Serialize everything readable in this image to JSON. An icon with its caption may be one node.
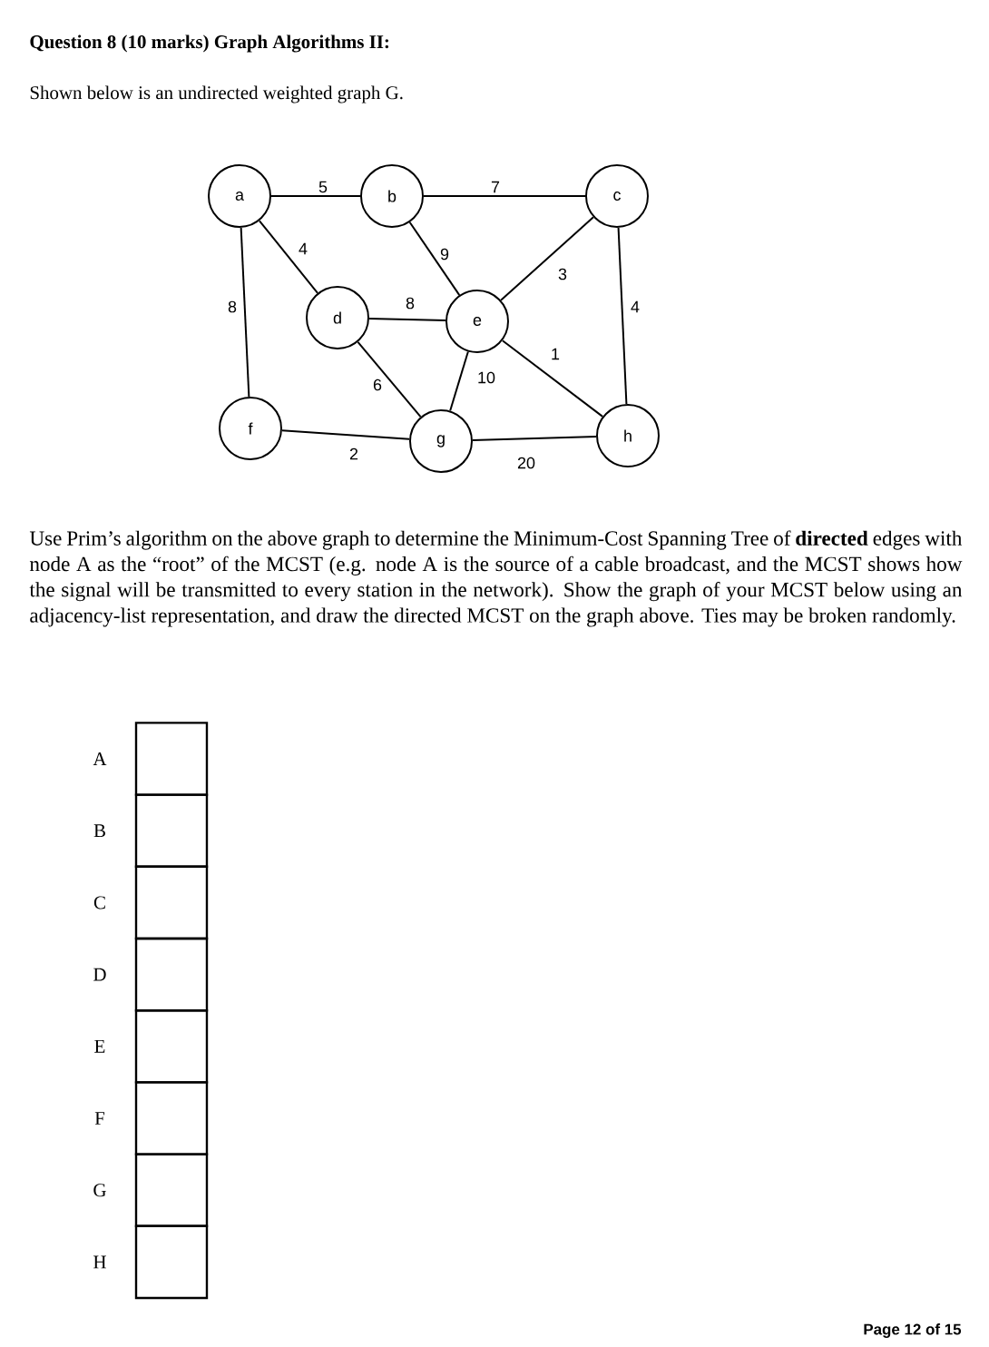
{
  "diagram": {
    "title": "Question 8 (10 marks) Graph Algorithms II:",
    "nodes": [
      {
        "text": [
          "a"
        ]
      },
      {
        "text": [
          "b"
        ]
      },
      {
        "text": [
          "c"
        ]
      },
      {
        "text": [
          "d"
        ]
      },
      {
        "text": [
          "e"
        ]
      },
      {
        "text": [
          "f"
        ]
      },
      {
        "text": [
          "g"
        ]
      },
      {
        "text": [
          "h"
        ]
      },
      {
        "text": [],
        "shape": "box",
        "beside": [
          "A"
        ]
      },
      {
        "text": [],
        "shape": "box",
        "beside": [
          "B"
        ]
      },
      {
        "text": [],
        "shape": "box",
        "beside": [
          "C"
        ]
      },
      {
        "text": [],
        "shape": "box",
        "beside": [
          "D"
        ]
      },
      {
        "text": [],
        "shape": "box",
        "beside": [
          "E"
        ]
      },
      {
        "text": [],
        "shape": "box",
        "beside": [
          "F"
        ]
      },
      {
        "text": [],
        "shape": "box",
        "beside": [
          "G"
        ]
      },
      {
        "text": [],
        "shape": "box",
        "beside": [
          "H"
        ]
      }
    ],
    "edges": [
      {
        "from": 0,
        "to": 1,
        "arrow": "none",
        "label": "5"
      },
      {
        "from": 1,
        "to": 2,
        "arrow": "none",
        "label": "7"
      },
      {
        "from": 0,
        "to": 3,
        "arrow": "none",
        "label": "4"
      },
      {
        "from": 1,
        "to": 4,
        "arrow": "none",
        "label": "9"
      },
      {
        "from": 2,
        "to": 4,
        "arrow": "none",
        "label": "3"
      },
      {
        "from": 2,
        "to": 7,
        "arrow": "none",
        "label": "4"
      },
      {
        "from": 0,
        "to": 5,
        "arrow": "none",
        "label": "8"
      },
      {
        "from": 3,
        "to": 4,
        "arrow": "none",
        "label": "8"
      },
      {
        "from": 4,
        "to": 7,
        "arrow": "none",
        "label": "1"
      },
      {
        "from": 3,
        "to": 6,
        "arrow": "none",
        "label": "6"
      },
      {
        "from": 4,
        "to": 6,
        "arrow": "none",
        "label": "10"
      },
      {
        "from": 5,
        "to": 6,
        "arrow": "none",
        "label": "2"
      },
      {
        "from": 6,
        "to": 7,
        "arrow": "none",
        "label": "20"
      }
    ],
    "labels": [
      "Shown below is an undirected weighted graph G.",
      "Use Prim’s algorithm on the above graph to determine the Minimum-Cost Spanning Tree of **directed** edges with node A as the “root” of the MCST (e.g. node A is the source of a cable broadcast, and the MCST shows how the signal will be transmitted to every station in the network).  Show the graph of your MCST below using an adjacency-list representation, and draw the directed MCST on the graph above.  Ties may be broken randomly.",
      "Page 12 of 15"
    ]
  }
}
